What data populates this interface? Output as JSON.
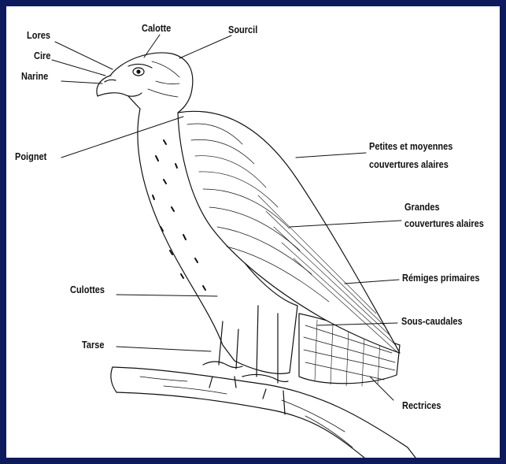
{
  "labels": {
    "lores": "Lores",
    "cire": "Cire",
    "narine": "Narine",
    "calotte": "Calotte",
    "sourcil": "Sourcil",
    "poignet": "Poignet",
    "petites_line1": "Petites et moyennes",
    "petites_line2": "couvertures alaires",
    "grandes_line1": "Grandes",
    "grandes_line2": "couvertures alaires",
    "remiges": "Rémiges primaires",
    "culottes": "Culottes",
    "sous_caudales": "Sous-caudales",
    "tarse": "Tarse",
    "rectrices": "Rectrices"
  },
  "colors": {
    "border": "#0d1a5c",
    "background": "#ffffff",
    "ink": "#111111"
  }
}
